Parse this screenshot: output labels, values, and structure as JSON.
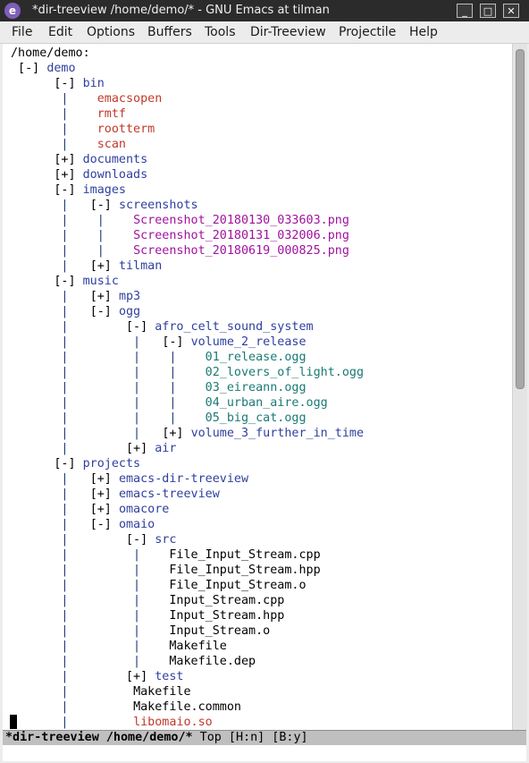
{
  "window": {
    "title": "*dir-treeview /home/demo/* - GNU Emacs at tilman",
    "app_icon_glyph": "e",
    "controls": {
      "minimize": "_",
      "maximize": "□",
      "close": "✕"
    }
  },
  "menu": [
    "File",
    "Edit",
    "Options",
    "Buffers",
    "Tools",
    "Dir-Treeview",
    "Projectile",
    "Help"
  ],
  "buffer": {
    "header": "/home/demo:",
    "lines": [
      [
        {
          "t": " [-] ",
          "c": "bracket"
        },
        {
          "t": "demo",
          "c": "dir"
        }
      ],
      [
        {
          "t": "      [-] ",
          "c": "bracket"
        },
        {
          "t": "bin",
          "c": "dir"
        }
      ],
      [
        {
          "t": "       |    ",
          "c": "guide"
        },
        {
          "t": "emacsopen",
          "c": "exec"
        }
      ],
      [
        {
          "t": "       |    ",
          "c": "guide"
        },
        {
          "t": "rmtf",
          "c": "exec"
        }
      ],
      [
        {
          "t": "       |    ",
          "c": "guide"
        },
        {
          "t": "rootterm",
          "c": "exec"
        }
      ],
      [
        {
          "t": "       |    ",
          "c": "guide"
        },
        {
          "t": "scan",
          "c": "exec"
        }
      ],
      [
        {
          "t": "      [+] ",
          "c": "bracket"
        },
        {
          "t": "documents",
          "c": "dir"
        }
      ],
      [
        {
          "t": "      [+] ",
          "c": "bracket"
        },
        {
          "t": "downloads",
          "c": "dir"
        }
      ],
      [
        {
          "t": "      [-] ",
          "c": "bracket"
        },
        {
          "t": "images",
          "c": "dir"
        }
      ],
      [
        {
          "t": "       |   ",
          "c": "guide"
        },
        {
          "t": "[-] ",
          "c": "bracket"
        },
        {
          "t": "screenshots",
          "c": "dir"
        }
      ],
      [
        {
          "t": "       |    |    ",
          "c": "guide"
        },
        {
          "t": "Screenshot_20180130_033603.png",
          "c": "image"
        }
      ],
      [
        {
          "t": "       |    |    ",
          "c": "guide"
        },
        {
          "t": "Screenshot_20180131_032006.png",
          "c": "image"
        }
      ],
      [
        {
          "t": "       |    |    ",
          "c": "guide"
        },
        {
          "t": "Screenshot_20180619_000825.png",
          "c": "image"
        }
      ],
      [
        {
          "t": "       |   ",
          "c": "guide"
        },
        {
          "t": "[+] ",
          "c": "bracket"
        },
        {
          "t": "tilman",
          "c": "dir"
        }
      ],
      [
        {
          "t": "      [-] ",
          "c": "bracket"
        },
        {
          "t": "music",
          "c": "dir"
        }
      ],
      [
        {
          "t": "       |   ",
          "c": "guide"
        },
        {
          "t": "[+] ",
          "c": "bracket"
        },
        {
          "t": "mp3",
          "c": "dir"
        }
      ],
      [
        {
          "t": "       |   ",
          "c": "guide"
        },
        {
          "t": "[-] ",
          "c": "bracket"
        },
        {
          "t": "ogg",
          "c": "dir"
        }
      ],
      [
        {
          "t": "       |        ",
          "c": "guide"
        },
        {
          "t": "[-] ",
          "c": "bracket"
        },
        {
          "t": "afro_celt_sound_system",
          "c": "dir"
        }
      ],
      [
        {
          "t": "       |         |   ",
          "c": "guide"
        },
        {
          "t": "[-] ",
          "c": "bracket"
        },
        {
          "t": "volume_2_release",
          "c": "dir"
        }
      ],
      [
        {
          "t": "       |         |    |    ",
          "c": "guide"
        },
        {
          "t": "01_release.ogg",
          "c": "audio"
        }
      ],
      [
        {
          "t": "       |         |    |    ",
          "c": "guide"
        },
        {
          "t": "02_lovers_of_light.ogg",
          "c": "audio"
        }
      ],
      [
        {
          "t": "       |         |    |    ",
          "c": "guide"
        },
        {
          "t": "03_eireann.ogg",
          "c": "audio"
        }
      ],
      [
        {
          "t": "       |         |    |    ",
          "c": "guide"
        },
        {
          "t": "04_urban_aire.ogg",
          "c": "audio"
        }
      ],
      [
        {
          "t": "       |         |    |    ",
          "c": "guide"
        },
        {
          "t": "05_big_cat.ogg",
          "c": "audio"
        }
      ],
      [
        {
          "t": "       |         |   ",
          "c": "guide"
        },
        {
          "t": "[+] ",
          "c": "bracket"
        },
        {
          "t": "volume_3_further_in_time",
          "c": "dir"
        }
      ],
      [
        {
          "t": "       |        ",
          "c": "guide"
        },
        {
          "t": "[+] ",
          "c": "bracket"
        },
        {
          "t": "air",
          "c": "dir"
        }
      ],
      [
        {
          "t": "      [-] ",
          "c": "bracket"
        },
        {
          "t": "projects",
          "c": "dir"
        }
      ],
      [
        {
          "t": "       |   ",
          "c": "guide"
        },
        {
          "t": "[+] ",
          "c": "bracket"
        },
        {
          "t": "emacs-dir-treeview",
          "c": "dir"
        }
      ],
      [
        {
          "t": "       |   ",
          "c": "guide"
        },
        {
          "t": "[+] ",
          "c": "bracket"
        },
        {
          "t": "emacs-treeview",
          "c": "dir"
        }
      ],
      [
        {
          "t": "       |   ",
          "c": "guide"
        },
        {
          "t": "[+] ",
          "c": "bracket"
        },
        {
          "t": "omacore",
          "c": "dir"
        }
      ],
      [
        {
          "t": "       |   ",
          "c": "guide"
        },
        {
          "t": "[-] ",
          "c": "bracket"
        },
        {
          "t": "omaio",
          "c": "dir"
        }
      ],
      [
        {
          "t": "       |        ",
          "c": "guide"
        },
        {
          "t": "[-] ",
          "c": "bracket"
        },
        {
          "t": "src",
          "c": "dir"
        }
      ],
      [
        {
          "t": "       |         |    ",
          "c": "guide"
        },
        {
          "t": "File_Input_Stream.cpp",
          "c": "plain"
        }
      ],
      [
        {
          "t": "       |         |    ",
          "c": "guide"
        },
        {
          "t": "File_Input_Stream.hpp",
          "c": "plain"
        }
      ],
      [
        {
          "t": "       |         |    ",
          "c": "guide"
        },
        {
          "t": "File_Input_Stream.o",
          "c": "plain"
        }
      ],
      [
        {
          "t": "       |         |    ",
          "c": "guide"
        },
        {
          "t": "Input_Stream.cpp",
          "c": "plain"
        }
      ],
      [
        {
          "t": "       |         |    ",
          "c": "guide"
        },
        {
          "t": "Input_Stream.hpp",
          "c": "plain"
        }
      ],
      [
        {
          "t": "       |         |    ",
          "c": "guide"
        },
        {
          "t": "Input_Stream.o",
          "c": "plain"
        }
      ],
      [
        {
          "t": "       |         |    ",
          "c": "guide"
        },
        {
          "t": "Makefile",
          "c": "plain"
        }
      ],
      [
        {
          "t": "       |         |    ",
          "c": "guide"
        },
        {
          "t": "Makefile.dep",
          "c": "plain"
        }
      ],
      [
        {
          "t": "       |        ",
          "c": "guide"
        },
        {
          "t": "[+] ",
          "c": "bracket"
        },
        {
          "t": "test",
          "c": "dir"
        }
      ],
      [
        {
          "t": "       |         ",
          "c": "guide"
        },
        {
          "t": "Makefile",
          "c": "plain"
        }
      ],
      [
        {
          "t": "       |         ",
          "c": "guide"
        },
        {
          "t": "Makefile.common",
          "c": "plain"
        }
      ],
      [
        {
          "t": "       |         ",
          "c": "guide"
        },
        {
          "t": "libomaio.so",
          "c": "lib"
        }
      ]
    ]
  },
  "modeline": {
    "buffer_name": "*dir-treeview /home/demo/*",
    "rest": " Top [H:n] [B:y]"
  }
}
